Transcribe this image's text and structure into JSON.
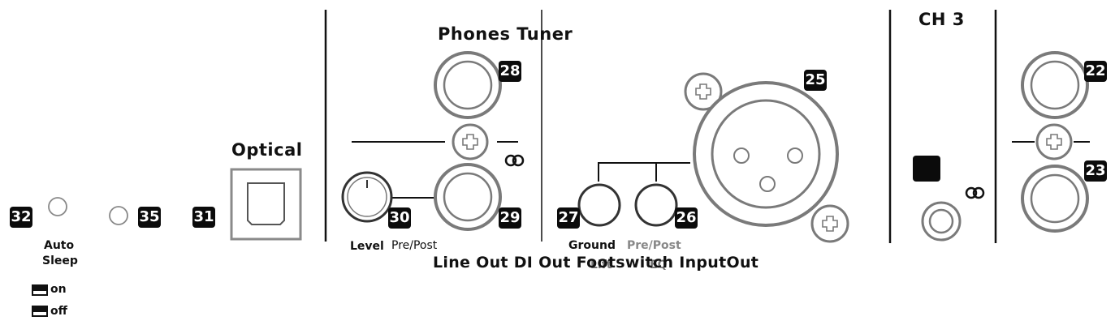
{
  "headings": {
    "phones_tuner": "Phones Tuner",
    "optical": "Optical",
    "ch3": "CH 3"
  },
  "badges": {
    "b32": "32",
    "b35": "35",
    "b31": "31",
    "b30": "30",
    "b29": "29",
    "b28": "28",
    "b27": "27",
    "b26": "26",
    "b25": "25",
    "b22": "22",
    "b23": "23"
  },
  "labels": {
    "auto_sleep_1": "Auto",
    "auto_sleep_2": "Sleep",
    "on": "on",
    "off": "off",
    "level": "Level",
    "pre_post_1": "Pre/Post",
    "ground": "Ground",
    "pre_post_2": "Pre/Post",
    "bottom_caption": "Line Out DI Out Footswitch InputOut",
    "lift": "Lift",
    "eq": "EQ"
  },
  "colors": {
    "line": "#111111",
    "jack": "#7a7a7a",
    "optical_border": "#8a8a8a"
  }
}
